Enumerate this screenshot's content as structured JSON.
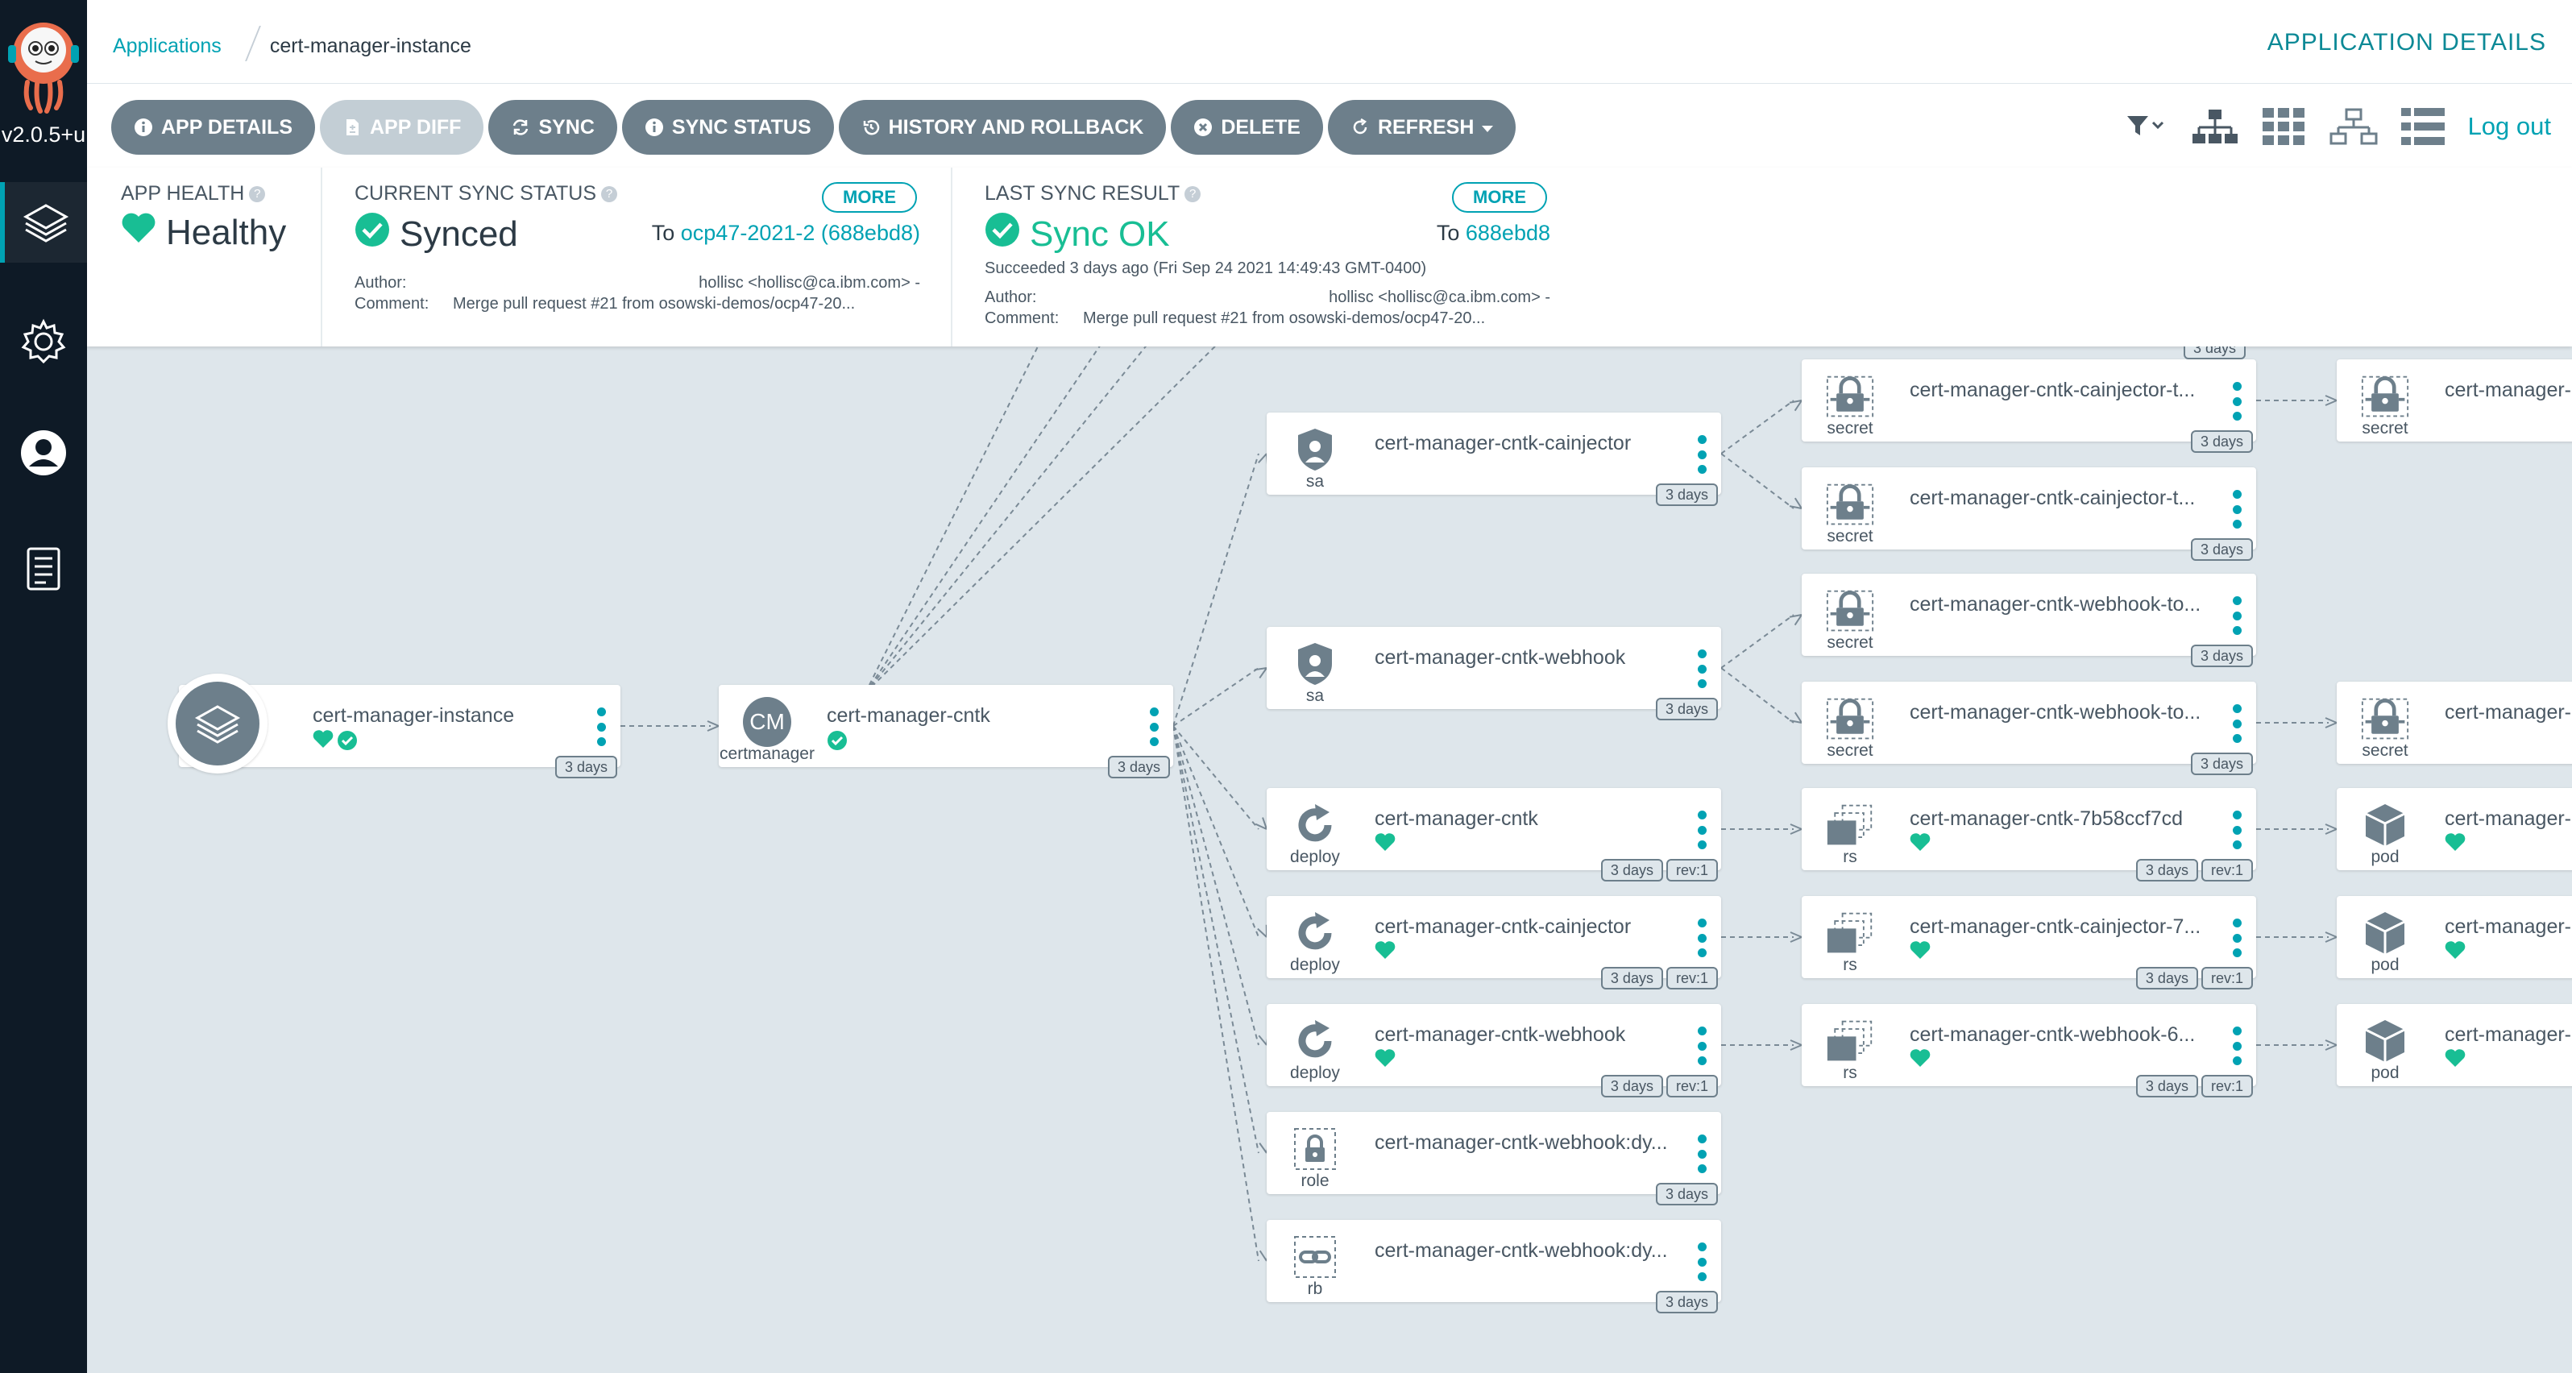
{
  "sidebar": {
    "version": "v2.0.5+u",
    "nav": [
      {
        "name": "applications-nav",
        "icon": "layers-icon"
      },
      {
        "name": "settings-nav",
        "icon": "gear-icon"
      },
      {
        "name": "user-info-nav",
        "icon": "user-icon"
      },
      {
        "name": "docs-nav",
        "icon": "docs-icon"
      }
    ]
  },
  "header": {
    "breadcrumb_root": "Applications",
    "breadcrumb_current": "cert-manager-instance",
    "title": "APPLICATION DETAILS"
  },
  "toolbar": {
    "buttons": [
      {
        "label": "APP DETAILS",
        "icon": "info-icon",
        "disabled": false
      },
      {
        "label": "APP DIFF",
        "icon": "file-diff-icon",
        "disabled": true
      },
      {
        "label": "SYNC",
        "icon": "sync-icon",
        "disabled": false
      },
      {
        "label": "SYNC STATUS",
        "icon": "info-icon",
        "disabled": false
      },
      {
        "label": "HISTORY AND ROLLBACK",
        "icon": "history-icon",
        "disabled": false
      },
      {
        "label": "DELETE",
        "icon": "times-circle-icon",
        "disabled": false
      },
      {
        "label": "REFRESH",
        "icon": "refresh-icon",
        "disabled": false,
        "dropdown": true
      }
    ],
    "logout": "Log out"
  },
  "status": {
    "health_label": "APP HEALTH",
    "health_value": "Healthy",
    "sync_label": "CURRENT SYNC STATUS",
    "sync_value": "Synced",
    "sync_more": "MORE",
    "sync_to": "To",
    "sync_target": "ocp47-2021-2 (688ebd8)",
    "sync_author_label": "Author:",
    "sync_author": "hollisc <hollisc@ca.ibm.com> -",
    "sync_comment_label": "Comment:",
    "sync_comment": "Merge pull request #21 from osowski-demos/ocp47-20...",
    "last_label": "LAST SYNC RESULT",
    "last_value": "Sync OK",
    "last_more": "MORE",
    "last_to": "To",
    "last_target": "688ebd8",
    "last_succeeded": "Succeeded 3 days ago (Fri Sep 24 2021 14:49:43 GMT-0400)",
    "last_author_label": "Author:",
    "last_author": "hollisc <hollisc@ca.ibm.com> -",
    "last_comment_label": "Comment:",
    "last_comment": "Merge pull request #21 from osowski-demos/ocp47-20..."
  },
  "colors": {
    "accent": "#00a2b3",
    "healthy": "#18be94",
    "sidebar": "#0e1a26",
    "button": "#6d7f8b"
  },
  "graph": {
    "top_partial_tag": "3 days",
    "app": {
      "name": "cert-manager-instance",
      "age": "3 days"
    },
    "nodes": [
      {
        "id": "cm",
        "name": "cert-manager-cntk",
        "kind": "certmanager",
        "icon": "cm",
        "status": [
          "synced"
        ],
        "tags": [
          "3 days"
        ]
      },
      {
        "id": "sa1",
        "name": "cert-manager-cntk-cainjector",
        "kind": "sa",
        "icon": "sa",
        "status": [],
        "tags": [
          "3 days"
        ]
      },
      {
        "id": "sa2",
        "name": "cert-manager-cntk-webhook",
        "kind": "sa",
        "icon": "sa",
        "status": [],
        "tags": [
          "3 days"
        ]
      },
      {
        "id": "dep1",
        "name": "cert-manager-cntk",
        "kind": "deploy",
        "icon": "deploy",
        "status": [
          "healthy"
        ],
        "tags": [
          "3 days",
          "rev:1"
        ]
      },
      {
        "id": "dep2",
        "name": "cert-manager-cntk-cainjector",
        "kind": "deploy",
        "icon": "deploy",
        "status": [
          "healthy"
        ],
        "tags": [
          "3 days",
          "rev:1"
        ]
      },
      {
        "id": "dep3",
        "name": "cert-manager-cntk-webhook",
        "kind": "deploy",
        "icon": "deploy",
        "status": [
          "healthy"
        ],
        "tags": [
          "3 days",
          "rev:1"
        ]
      },
      {
        "id": "role",
        "name": "cert-manager-cntk-webhook:dy...",
        "kind": "role",
        "icon": "role",
        "status": [],
        "tags": [
          "3 days"
        ]
      },
      {
        "id": "rb",
        "name": "cert-manager-cntk-webhook:dy...",
        "kind": "rb",
        "icon": "rb",
        "status": [],
        "tags": [
          "3 days"
        ]
      },
      {
        "id": "sec1",
        "name": "cert-manager-cntk-cainjector-t...",
        "kind": "secret",
        "icon": "secret",
        "status": [],
        "tags": [
          "3 days"
        ]
      },
      {
        "id": "sec2",
        "name": "cert-manager-cntk-cainjector-t...",
        "kind": "secret",
        "icon": "secret",
        "status": [],
        "tags": [
          "3 days"
        ]
      },
      {
        "id": "sec3",
        "name": "cert-manager-cntk-webhook-to...",
        "kind": "secret",
        "icon": "secret",
        "status": [],
        "tags": [
          "3 days"
        ]
      },
      {
        "id": "sec4",
        "name": "cert-manager-cntk-webhook-to...",
        "kind": "secret",
        "icon": "secret",
        "status": [],
        "tags": [
          "3 days"
        ]
      },
      {
        "id": "rs1",
        "name": "cert-manager-cntk-7b58ccf7cd",
        "kind": "rs",
        "icon": "rs",
        "status": [
          "healthy"
        ],
        "tags": [
          "3 days",
          "rev:1"
        ]
      },
      {
        "id": "rs2",
        "name": "cert-manager-cntk-cainjector-7...",
        "kind": "rs",
        "icon": "rs",
        "status": [
          "healthy"
        ],
        "tags": [
          "3 days",
          "rev:1"
        ]
      },
      {
        "id": "rs3",
        "name": "cert-manager-cntk-webhook-6...",
        "kind": "rs",
        "icon": "rs",
        "status": [
          "healthy"
        ],
        "tags": [
          "3 days",
          "rev:1"
        ]
      },
      {
        "id": "s5",
        "name": "cert-manager-",
        "kind": "secret",
        "icon": "secret",
        "status": [],
        "tags": []
      },
      {
        "id": "s6",
        "name": "cert-manager-",
        "kind": "secret",
        "icon": "secret",
        "status": [],
        "tags": []
      },
      {
        "id": "p1",
        "name": "cert-manager-",
        "kind": "pod",
        "icon": "pod",
        "status": [
          "healthy"
        ],
        "tags": []
      },
      {
        "id": "p2",
        "name": "cert-manager-",
        "kind": "pod",
        "icon": "pod",
        "status": [
          "healthy"
        ],
        "tags": []
      },
      {
        "id": "p3",
        "name": "cert-manager-",
        "kind": "pod",
        "icon": "pod",
        "status": [
          "healthy"
        ],
        "tags": []
      }
    ]
  }
}
